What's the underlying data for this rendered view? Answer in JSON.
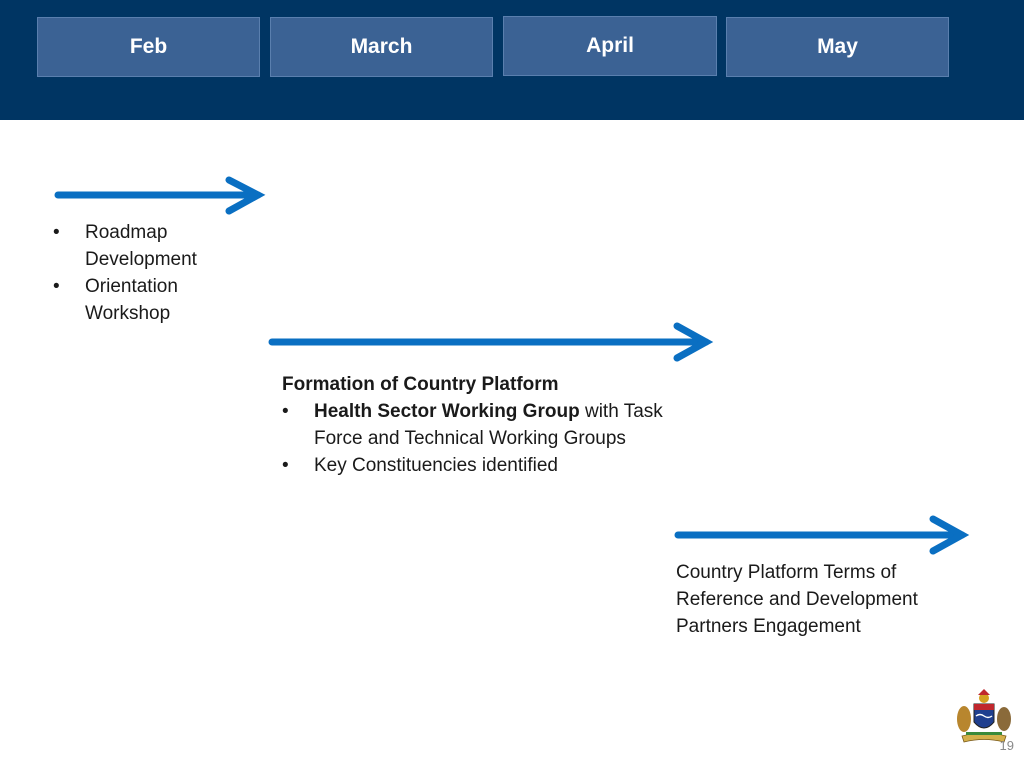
{
  "months": [
    "Feb",
    "March",
    "April",
    "May"
  ],
  "colors": {
    "header_band": "#003563",
    "month_box": "#3b6294",
    "arrow": "#0a6fc2"
  },
  "feb_block": {
    "items": [
      "Roadmap Development",
      "Orientation Workshop"
    ]
  },
  "march_block": {
    "heading": "Formation of Country Platform",
    "items": [
      {
        "bold": "Health Sector Working Group",
        "rest": " with Task Force and Technical Working Groups"
      },
      {
        "bold": "",
        "rest": "Key Constituencies identified"
      }
    ]
  },
  "may_block": {
    "text": "Country Platform Terms of Reference and Development Partners Engagement"
  },
  "footer": {
    "page_number": "19",
    "emblem_icon": "coat-of-arms-icon"
  }
}
